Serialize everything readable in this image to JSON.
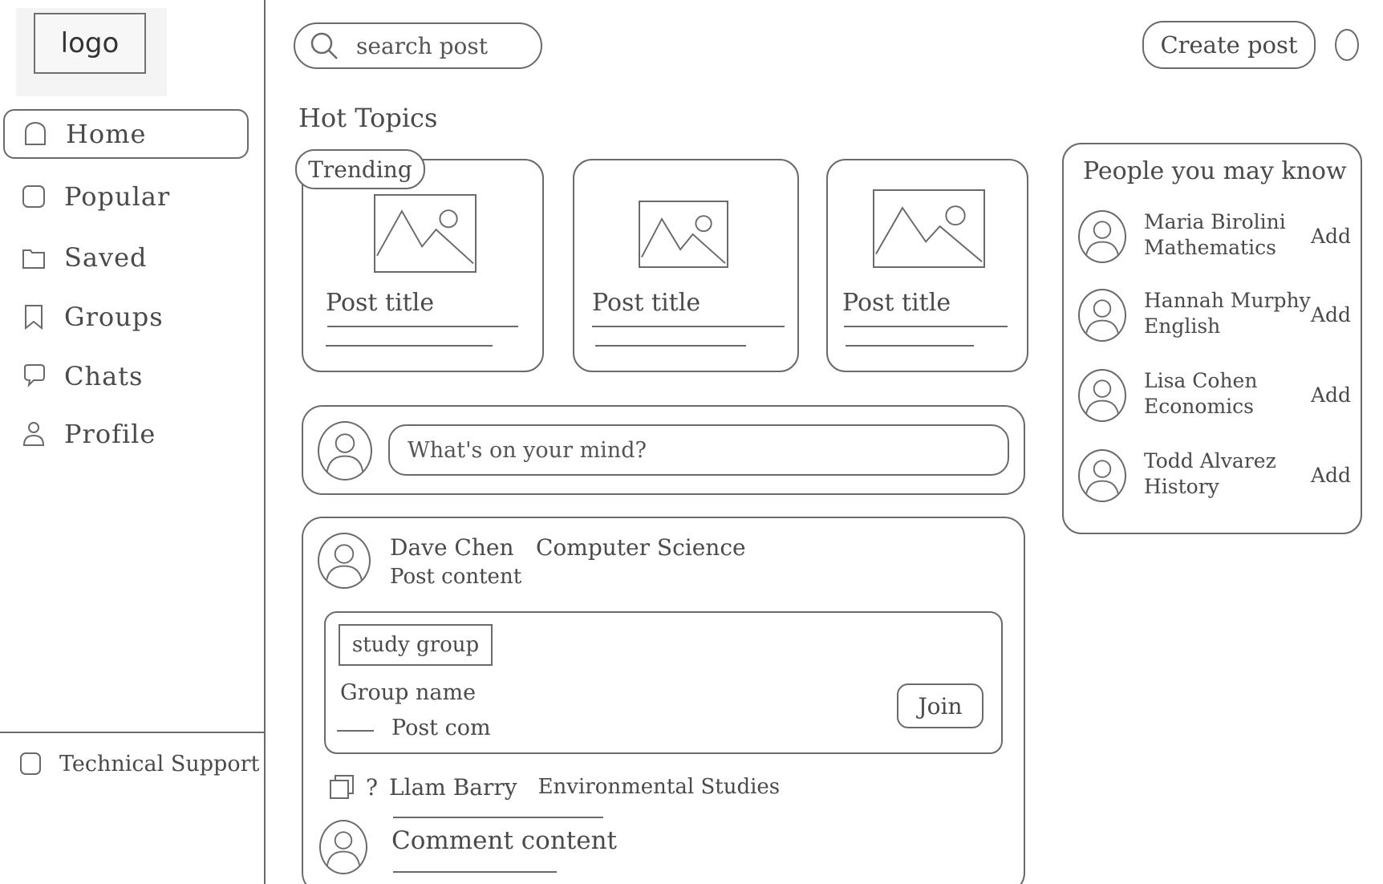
{
  "sidebar": {
    "logo": "logo",
    "items": [
      {
        "label": "Home",
        "icon": "home-icon",
        "active": true
      },
      {
        "label": "Popular",
        "icon": "popular-icon"
      },
      {
        "label": "Saved",
        "icon": "folder-icon"
      },
      {
        "label": "Groups",
        "icon": "bookmark-icon"
      },
      {
        "label": "Chats",
        "icon": "chat-icon"
      },
      {
        "label": "Profile",
        "icon": "person-icon"
      }
    ],
    "support_label": "Technical Support"
  },
  "header": {
    "search_placeholder": "search post",
    "create_post_label": "Create post"
  },
  "hot_topics": {
    "heading": "Hot Topics",
    "trending_tag": "Trending",
    "cards": [
      {
        "title": "Post title"
      },
      {
        "title": "Post title"
      },
      {
        "title": "Post title"
      }
    ]
  },
  "compose": {
    "placeholder": "What's on your mind?"
  },
  "post": {
    "author": "Dave Chen",
    "department": "Computer Science",
    "content": "Post content",
    "group": {
      "tag": "study group",
      "name": "Group name",
      "post": "Post com",
      "join_label": "Join"
    },
    "comment": {
      "prefix": "?",
      "author": "Llam Barry",
      "department": "Environmental Studies",
      "content": "Comment content"
    }
  },
  "people": {
    "title": "People you may know",
    "list": [
      {
        "name": "Maria Birolini",
        "dept": "Mathematics",
        "action": "Add"
      },
      {
        "name": "Hannah Murphy",
        "dept": "English",
        "action": "Add"
      },
      {
        "name": "Lisa Cohen",
        "dept": "Economics",
        "action": "Add"
      },
      {
        "name": "Todd Alvarez",
        "dept": "History",
        "action": "Add"
      }
    ]
  }
}
